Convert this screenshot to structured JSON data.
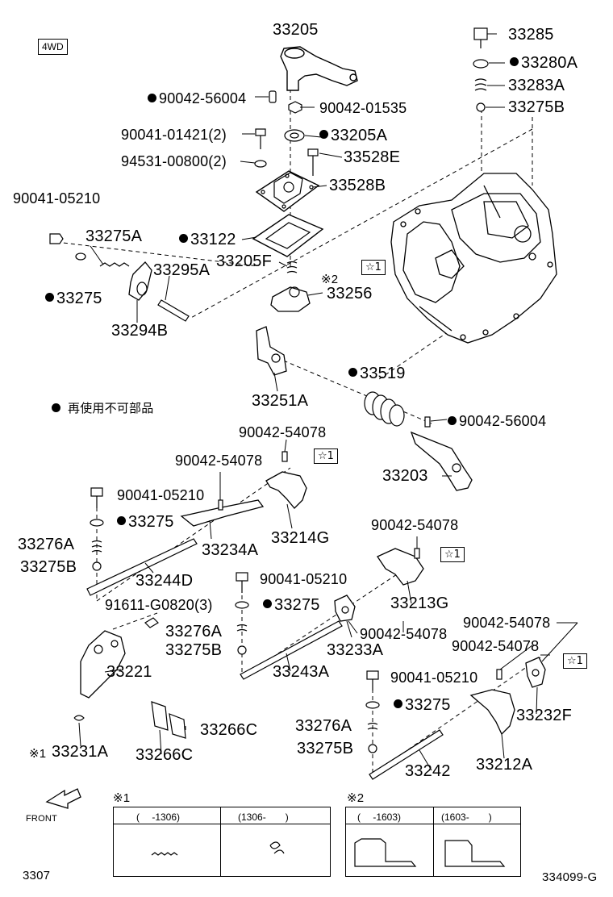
{
  "badge": "4WD",
  "legend": "再使用不可部品",
  "footer_left": "3307",
  "footer_right": "334099-G",
  "front_label": "FRONT",
  "star_box": "☆1",
  "labels": {
    "p33205": "33205",
    "p33285": "33285",
    "p33280A": "33280A",
    "p33283A": "33283A",
    "p33275B_top": "33275B",
    "p90042_56004_a": "90042-56004",
    "p90042_01535": "90042-01535",
    "p90041_01421": "90041-01421(2)",
    "p33205A": "33205A",
    "p94531_00800": "94531-00800(2)",
    "p33528E": "33528E",
    "p33528B": "33528B",
    "p90041_05210_a": "90041-05210",
    "p33275A": "33275A",
    "p33122": "33122",
    "p33205F": "33205F",
    "p33295A": "33295A",
    "p33275_a": "33275",
    "p33294B": "33294B",
    "p_mark2": "※2",
    "p33256": "33256",
    "p33519": "33519",
    "p33251A": "33251A",
    "p90042_56004_b": "90042-56004",
    "p33203": "33203",
    "p90042_54078_a": "90042-54078",
    "p90042_54078_b": "90042-54078",
    "p90041_05210_b": "90041-05210",
    "p33275_b": "33275",
    "p33276A_a": "33276A",
    "p33234A": "33234A",
    "p33214G": "33214G",
    "p33275B_a": "33275B",
    "p33244D": "33244D",
    "p90042_54078_c": "90042-54078",
    "p90041_05210_c": "90041-05210",
    "p33213G": "33213G",
    "p91611": "91611-G0820(3)",
    "p33275_c": "33275",
    "p33276A_b": "33276A",
    "p90042_54078_d": "90042-54078",
    "p33275B_b": "33275B",
    "p33233A": "33233A",
    "p90042_54078_e": "90042-54078",
    "p33221": "33221",
    "p33243A": "33243A",
    "p90042_54078_f": "90042-54078",
    "p90041_05210_d": "90041-05210",
    "p33266C_a": "33266C",
    "p33275_d": "33275",
    "p33232F": "33232F",
    "p33276A_c": "33276A",
    "p_mark1": "※1",
    "p33231A": "33231A",
    "p33266C_b": "33266C",
    "p33275B_c": "33275B",
    "p33242": "33242",
    "p33212A": "33212A"
  },
  "table1": {
    "mark": "※1",
    "col1": "(　 -1306)",
    "col2": "(1306-　　)"
  },
  "table2": {
    "mark": "※2",
    "col1": "(　 -1603)",
    "col2": "(1603-　　)"
  }
}
